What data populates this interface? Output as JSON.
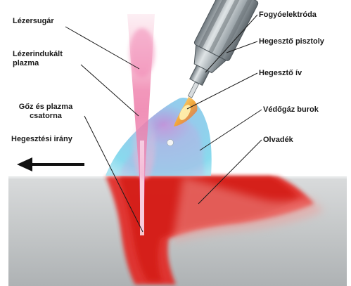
{
  "labels": {
    "laser_beam": "Lézersugár",
    "laser_plasma_line1": "Lézerindukált",
    "laser_plasma_line2": "plazma",
    "vapor_channel_line1": "Gőz  és plazma",
    "vapor_channel_line2": "csatorna",
    "welding_direction": "Hegesztési irány",
    "consumable_electrode": "Fogyóelektróda",
    "welding_torch": "Hegesztő pisztoly",
    "welding_arc": "Hegesztő ív",
    "shielding_gas": "Védőgáz burok",
    "melt_pool": "Olvadék"
  },
  "colors": {
    "laser_pink": "#e85a9a",
    "melt_red": "#e52820",
    "shield_blue": "#7fd3ea",
    "torch_gray": "#9aa3a8",
    "workpiece_gray": "#bfc2c3",
    "arrow_black": "#111111"
  }
}
